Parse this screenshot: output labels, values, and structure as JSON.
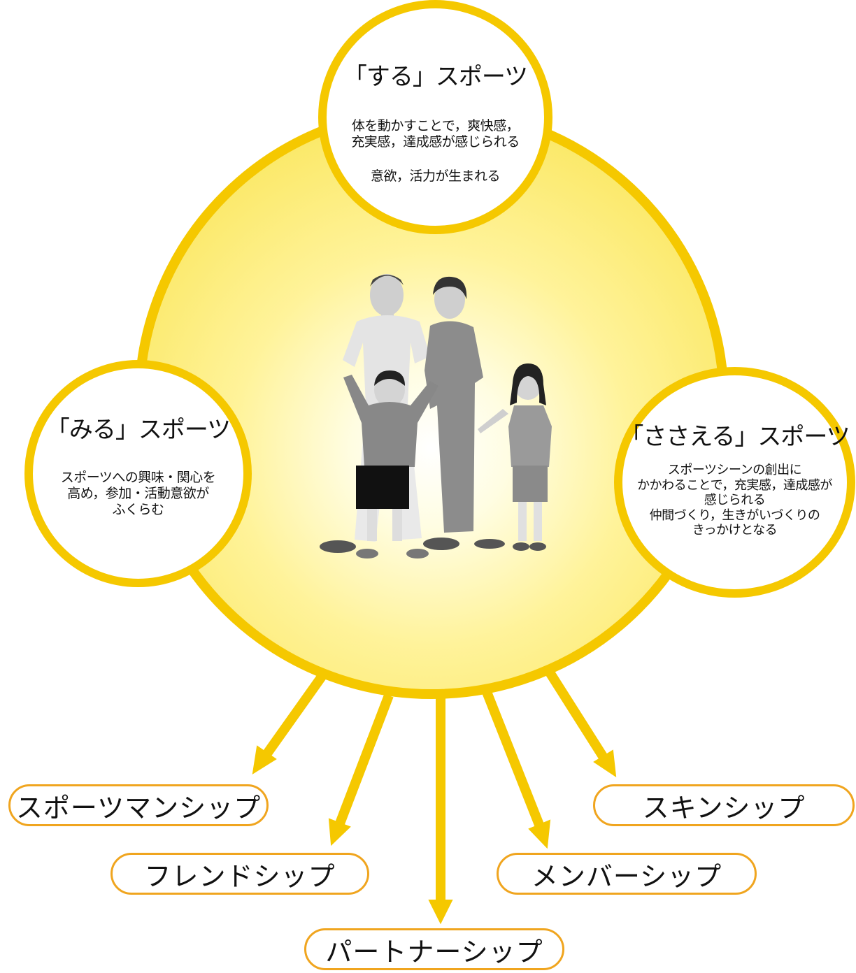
{
  "center": {
    "figure": "family-illustration"
  },
  "circles": {
    "suru": {
      "title": "「する」スポーツ",
      "desc1": "体を動かすことで，爽快感，\n充実感，達成感が感じられる",
      "desc2": "意欲，活力が生まれる"
    },
    "miru": {
      "title": "「みる」スポーツ",
      "desc": "スポーツへの興味・関心を\n高め，参加・活動意欲が\nふくらむ"
    },
    "sasaeru": {
      "title": "「ささえる」スポーツ",
      "desc": "スポーツシーンの創出に\nかかわることで，充実感，達成感が\n感じられる\n仲間づくり，生きがいづくりの\nきっかけとなる"
    }
  },
  "outcomes": {
    "sportsmanship": "スポーツマンシップ",
    "friendship": "フレンドシップ",
    "partnership": "パートナーシップ",
    "membership": "メンバーシップ",
    "skinship": "スキンシップ"
  },
  "colors": {
    "circle": "#F5C800",
    "pill_border": "#F0A51F",
    "arrow": "#F5C800"
  }
}
